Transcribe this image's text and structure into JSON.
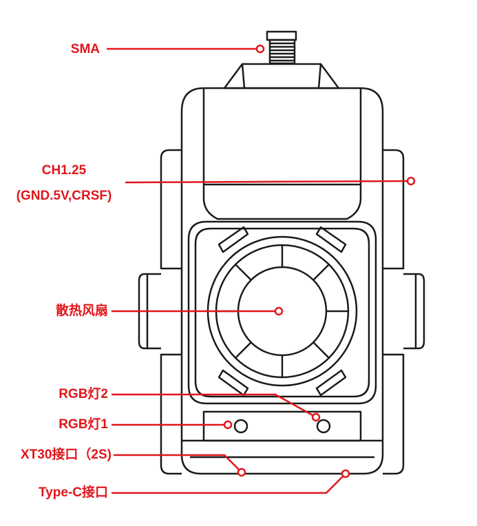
{
  "colors": {
    "label": "#e0161c",
    "outline": "#1a1a1a",
    "background": "#ffffff"
  },
  "labels": {
    "sma": "SMA",
    "ch125_line1": "CH1.25",
    "ch125_line2": "(GND.5V,CRSF)",
    "fan": "散热风扇",
    "rgb2": "RGB灯2",
    "rgb1": "RGB灯1",
    "xt30": "XT30接口（2S)",
    "typec": "Type-C接口"
  }
}
